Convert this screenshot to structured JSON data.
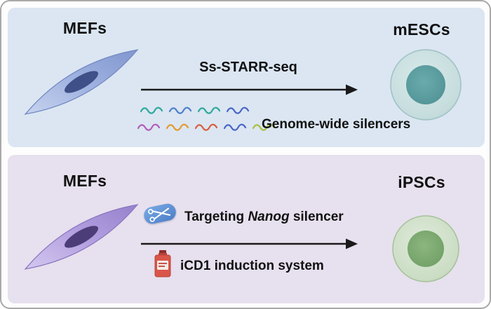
{
  "figure": {
    "top_panel": {
      "source_label": "MEFs",
      "process_label": "Ss-STARR-seq",
      "silencers_label": "Genome-wide silencers",
      "result_label": "mESCs",
      "squiggles_row1": [
        "#2fa89b",
        "#4f7ecb",
        "#2fa89b",
        "#4a66c8"
      ],
      "squiggles_row2": [
        "#b45cb8",
        "#e39a32",
        "#d85f3e",
        "#4a66c8",
        "#a9bf3e"
      ],
      "colors": {
        "panel_bg": "#dbe6f2",
        "mef_cell_body": "#92a6d8",
        "mef_cell_nucleus": "#3f4f88",
        "mesc_body": "#c9dfe0",
        "mesc_nucleus": "#5d9fa2"
      }
    },
    "bottom_panel": {
      "source_label": "MEFs",
      "targeting_prefix": "Targeting ",
      "targeting_gene": "Nanog",
      "targeting_suffix": " silencer",
      "induction_label": "iCD1 induction system",
      "result_label": "iPSCs",
      "colors": {
        "panel_bg": "#e7e0ee",
        "mef_cell_body": "#a08dd2",
        "mef_cell_nucleus": "#4c3d79",
        "ipsc_body": "#cfdfc8",
        "ipsc_nucleus": "#7dac71"
      }
    }
  }
}
